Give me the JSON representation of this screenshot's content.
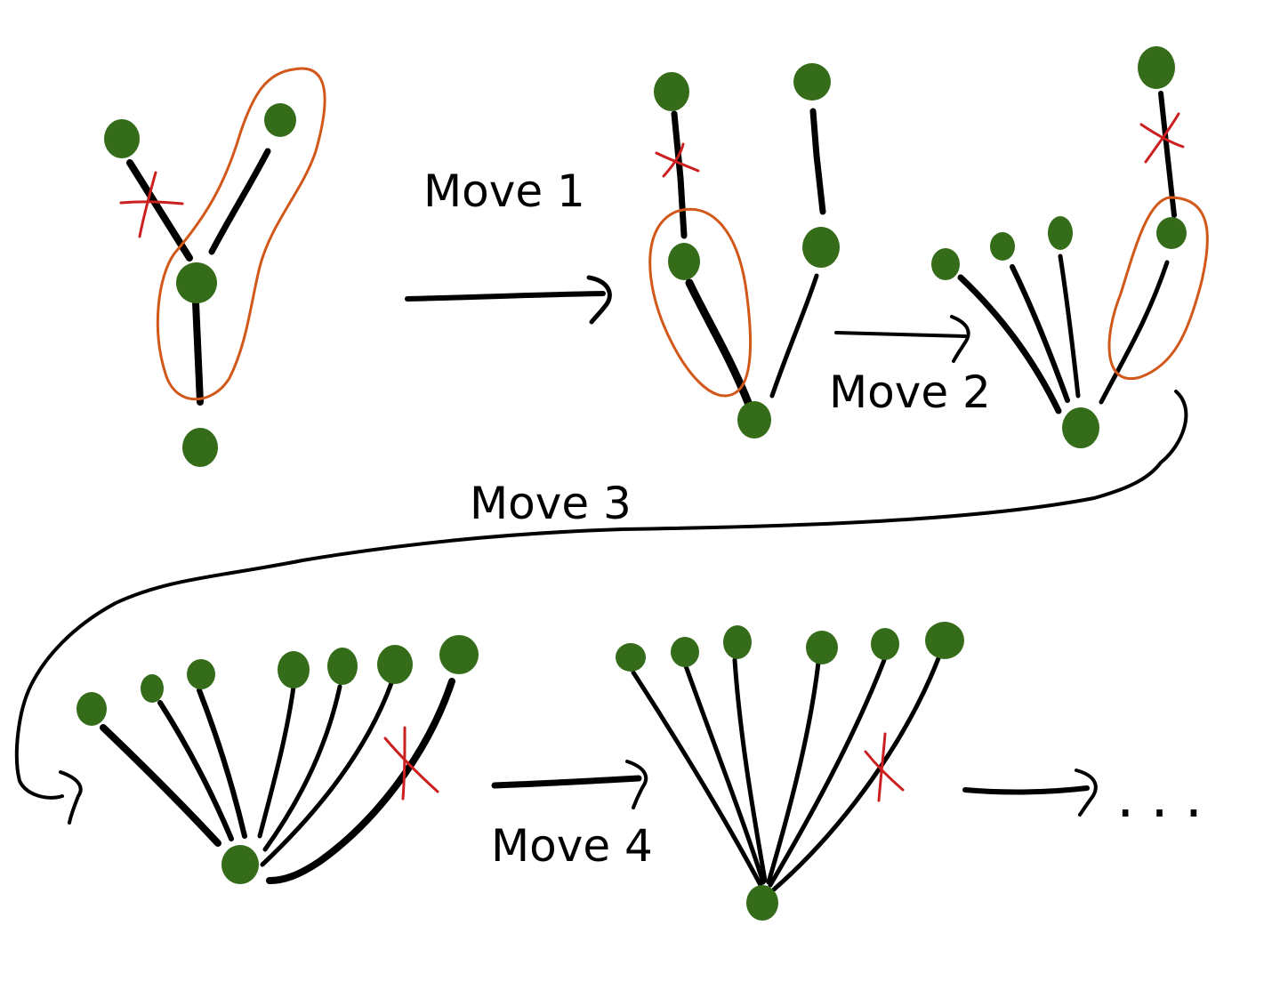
{
  "colors": {
    "node": "#346c1a",
    "edge": "#000000",
    "cut_mark": "#cc1f1f",
    "highlight": "#d2581a"
  },
  "labels": {
    "move1": "Move 1",
    "move2": "Move 2",
    "move3": "Move 3",
    "move4": "Move 4",
    "ellipsis": "..."
  }
}
